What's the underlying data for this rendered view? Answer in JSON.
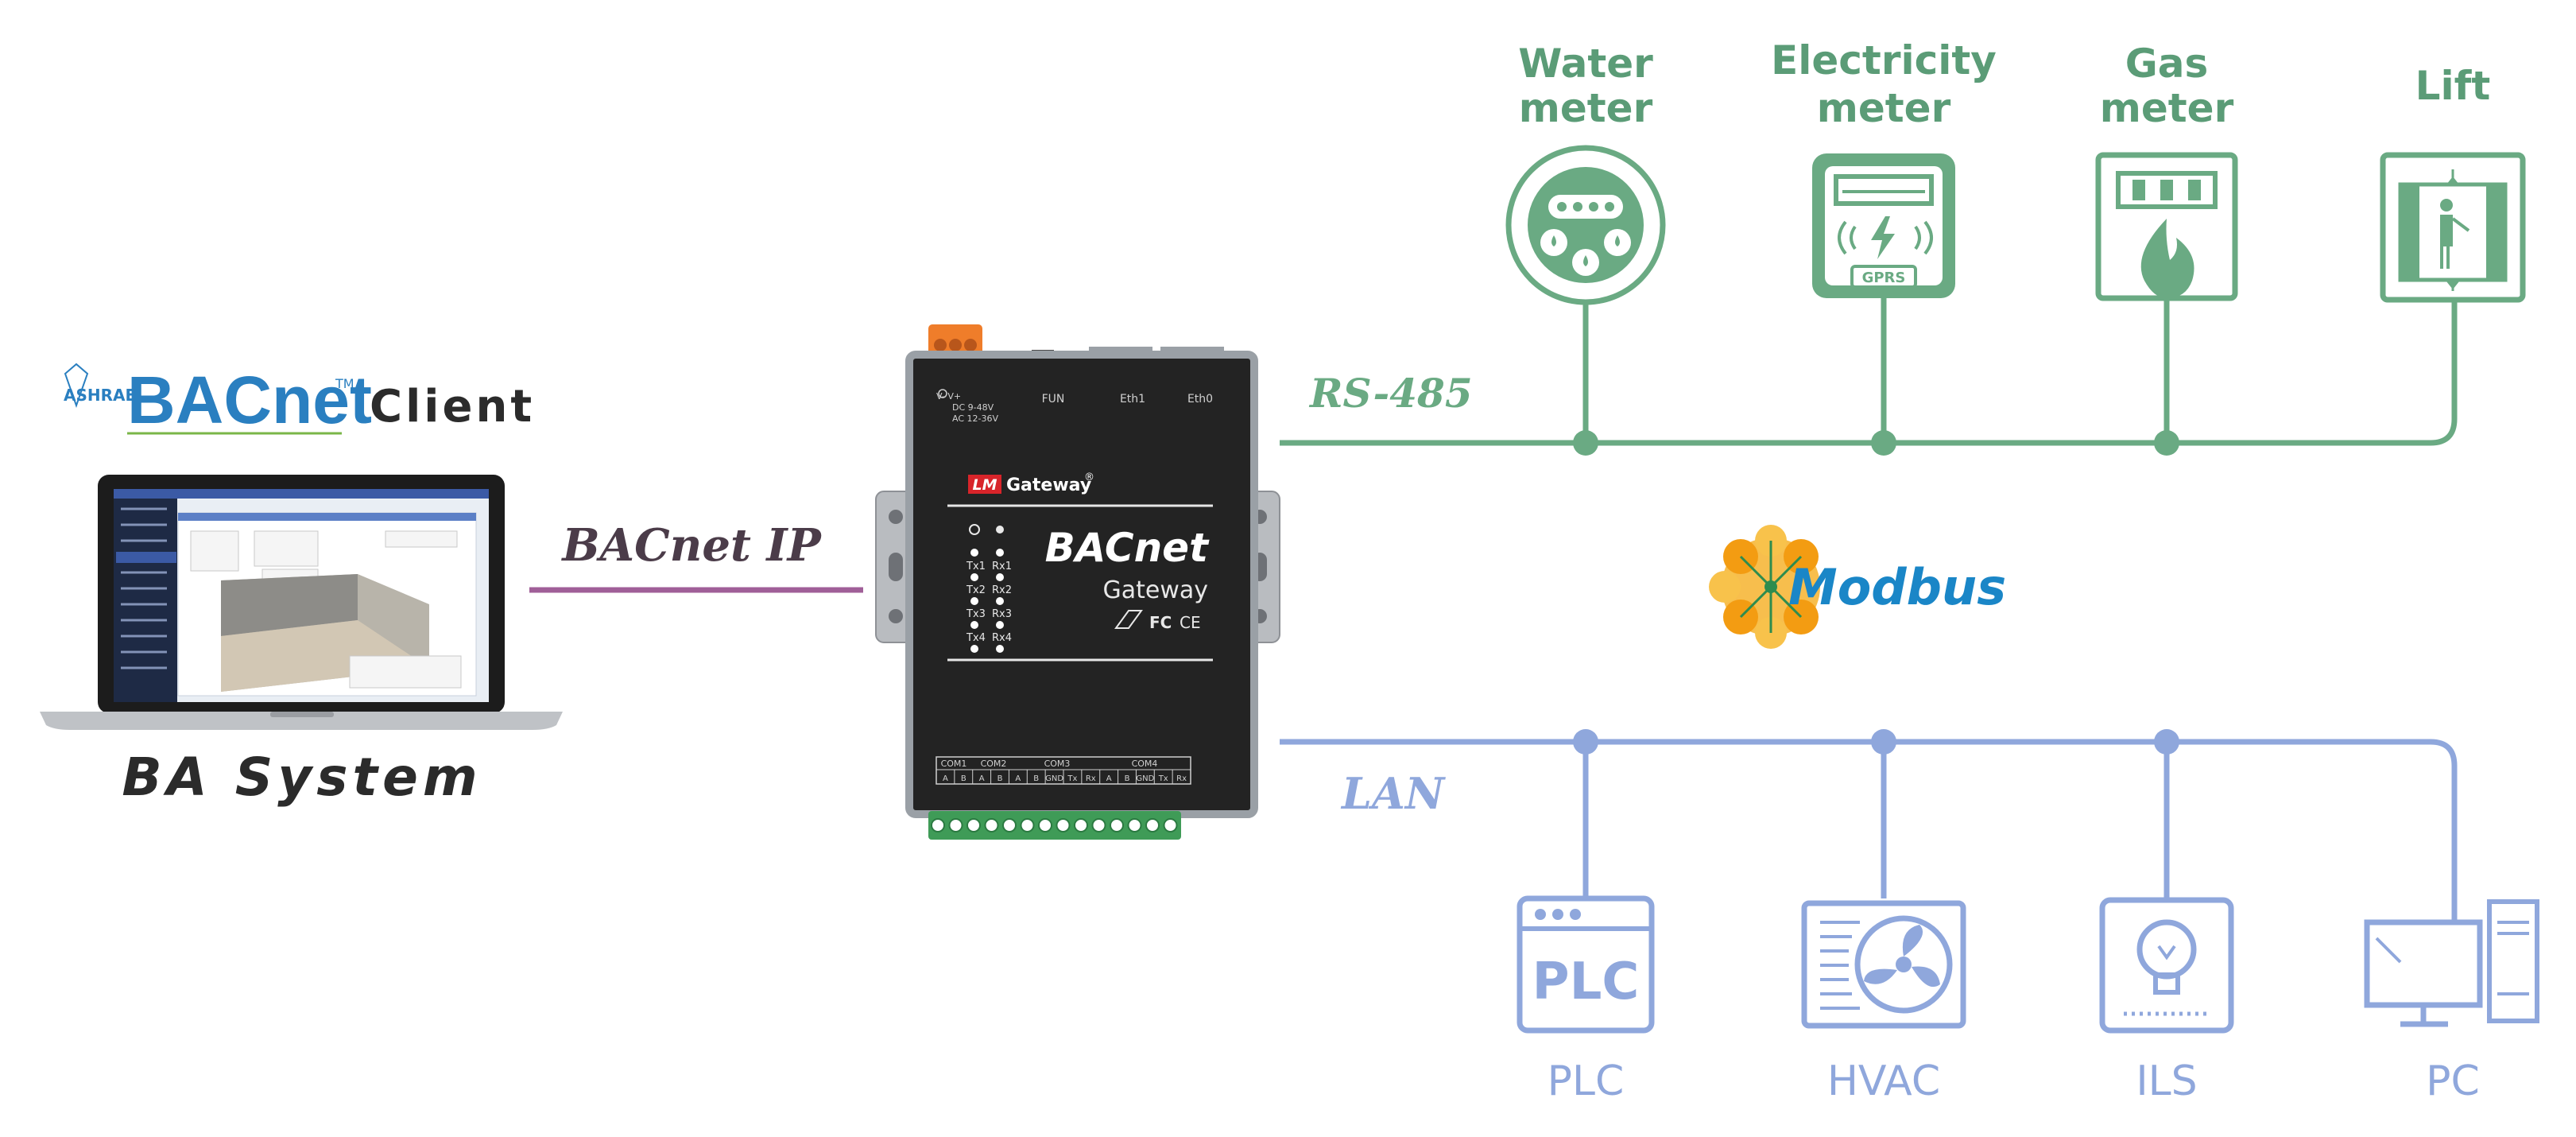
{
  "client": {
    "ashrae_text": "ASHRAE",
    "bacnet_logo_text": "BACnet",
    "tm": "TM",
    "client_word": "Client",
    "system_label": "BA System"
  },
  "links": {
    "bacnet_ip": "BACnet IP",
    "rs485": "RS-485",
    "lan": "LAN"
  },
  "gateway": {
    "brand_badge": "LM",
    "brand_text": "Gateway",
    "reg": "®",
    "title": "BACnet",
    "subtitle": "Gateway",
    "top_labels": [
      "FUN",
      "Eth1",
      "Eth0"
    ],
    "power_text": [
      "V-  V+",
      "DC 9-48V",
      "AC 12-36V"
    ],
    "leds": [
      "Tx1",
      "Rx1",
      "Tx2",
      "Rx2",
      "Tx3",
      "Rx3",
      "Tx4",
      "Rx4"
    ],
    "com_labels": [
      "COM1",
      "COM2",
      "COM3",
      "COM4"
    ],
    "pin_labels": [
      "A",
      "B",
      "A",
      "B",
      "A",
      "B",
      "GND",
      "Tx",
      "Rx",
      "A",
      "B",
      "GND",
      "Tx",
      "Rx"
    ],
    "cert_fc": "FC",
    "cert_ce": "CE"
  },
  "modbus_logo": "Modbus",
  "rs485_devices": [
    {
      "line1": "Water",
      "line2": "meter",
      "icon": "water-meter-icon"
    },
    {
      "line1": "Electricity",
      "line2": "meter",
      "icon": "electricity-meter-icon",
      "badge": "GPRS"
    },
    {
      "line1": "Gas",
      "line2": "meter",
      "icon": "gas-meter-icon"
    },
    {
      "line1": "Lift",
      "line2": "",
      "icon": "lift-icon"
    }
  ],
  "lan_devices": [
    {
      "label": "PLC",
      "icon": "plc-icon",
      "icon_text": "PLC"
    },
    {
      "label": "HVAC",
      "icon": "hvac-icon"
    },
    {
      "label": "ILS",
      "icon": "ils-icon"
    },
    {
      "label": "PC",
      "icon": "pc-icon"
    }
  ],
  "colors": {
    "rs485_line": "#6aaa83",
    "lan_line": "#8fa7dc",
    "bacnet_ip_line": "#a05f98",
    "bacnet_blue": "#2a7fc0",
    "bacnet_green": "#7ab648",
    "gateway_body": "#232323",
    "modbus_blue": "#1a86c7",
    "modbus_orange": "#f3a21d"
  }
}
